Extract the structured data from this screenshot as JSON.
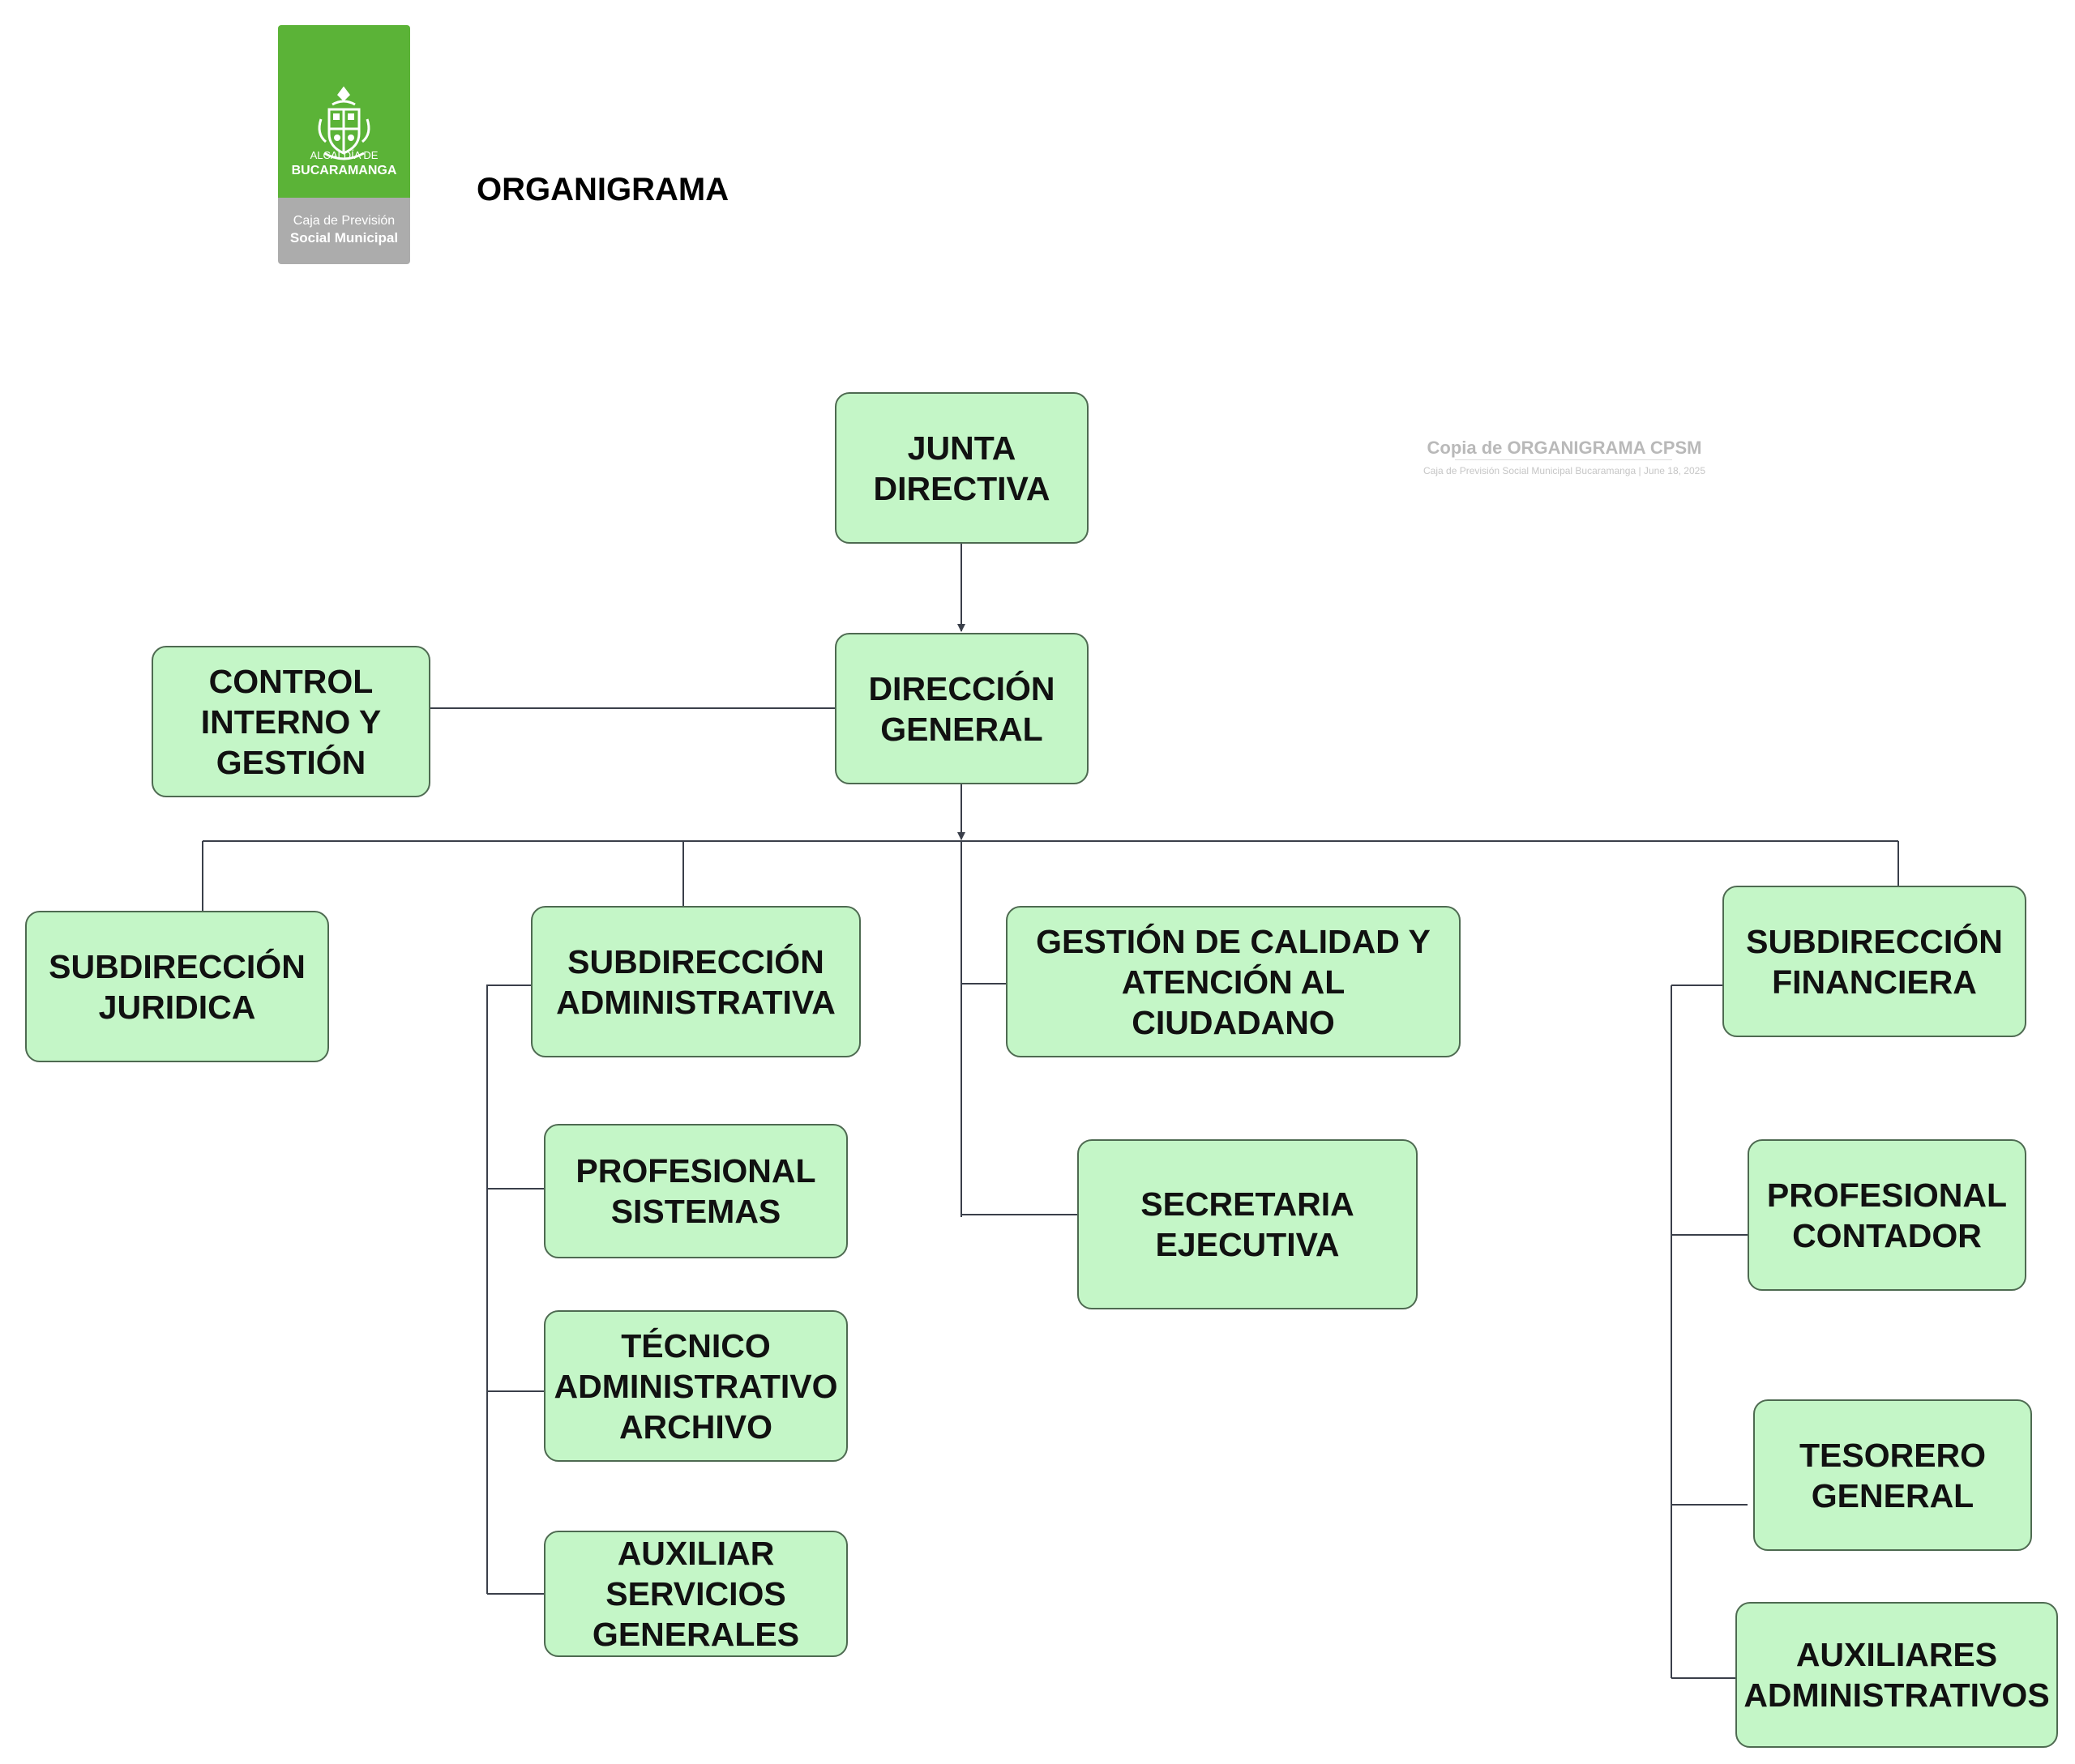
{
  "page": {
    "title": "ORGANIGRAMA"
  },
  "logo": {
    "line1": "ALCALDÍA DE",
    "line2": "BUCARAMANGA",
    "line3": "Caja de Previsión",
    "line4": "Social Municipal"
  },
  "watermark": {
    "title": "Copia de ORGANIGRAMA CPSM",
    "subtitle": "Caja de Previsión Social Municipal Bucaramanga  |  June 18, 2025"
  },
  "colors": {
    "box_fill": "#c4f6c7",
    "box_border": "#4e6a51",
    "connector": "#3a3f4a",
    "logo_green": "#5bb337",
    "logo_gray": "#acacac"
  },
  "nodes": {
    "junta": [
      "JUNTA",
      "DIRECTIVA"
    ],
    "direccion": [
      "DIRECCIÓN",
      "GENERAL"
    ],
    "control": [
      "CONTROL",
      "INTERNO Y",
      "GESTIÓN"
    ],
    "juridica": [
      "SUBDIRECCIÓN",
      "JURIDICA"
    ],
    "admin": [
      "SUBDIRECCIÓN",
      "ADMINISTRATIVA"
    ],
    "calidad": [
      "GESTIÓN DE CALIDAD Y",
      "ATENCIÓN AL",
      "CIUDADANO"
    ],
    "financiera": [
      "SUBDIRECCIÓN",
      "FINANCIERA"
    ],
    "sistemas": [
      "PROFESIONAL",
      "SISTEMAS"
    ],
    "secretaria": [
      "SECRETARIA",
      "EJECUTIVA"
    ],
    "contador": [
      "PROFESIONAL",
      "CONTADOR"
    ],
    "tecnico": [
      "TÉCNICO",
      "ADMINISTRATIVO",
      "ARCHIVO"
    ],
    "tesorero": [
      "TESORERO",
      "GENERAL"
    ],
    "servicios": [
      "AUXILIAR",
      "SERVICIOS",
      "GENERALES"
    ],
    "auxiliares": [
      "AUXILIARES",
      "ADMINISTRATIVOS"
    ]
  }
}
